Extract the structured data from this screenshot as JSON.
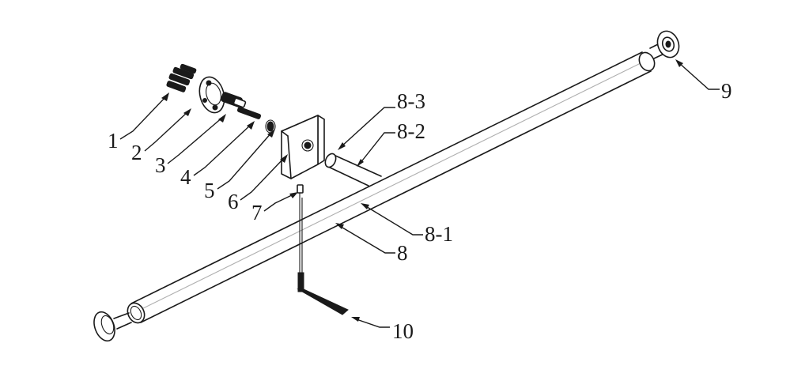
{
  "labels": {
    "p1": "1",
    "p2": "2",
    "p3": "3",
    "p4": "4",
    "p5": "5",
    "p6": "6",
    "p7": "7",
    "p8": "8",
    "p8_1": "8-1",
    "p8_2": "8-2",
    "p8_3": "8-3",
    "p9": "9",
    "p10": "10"
  }
}
